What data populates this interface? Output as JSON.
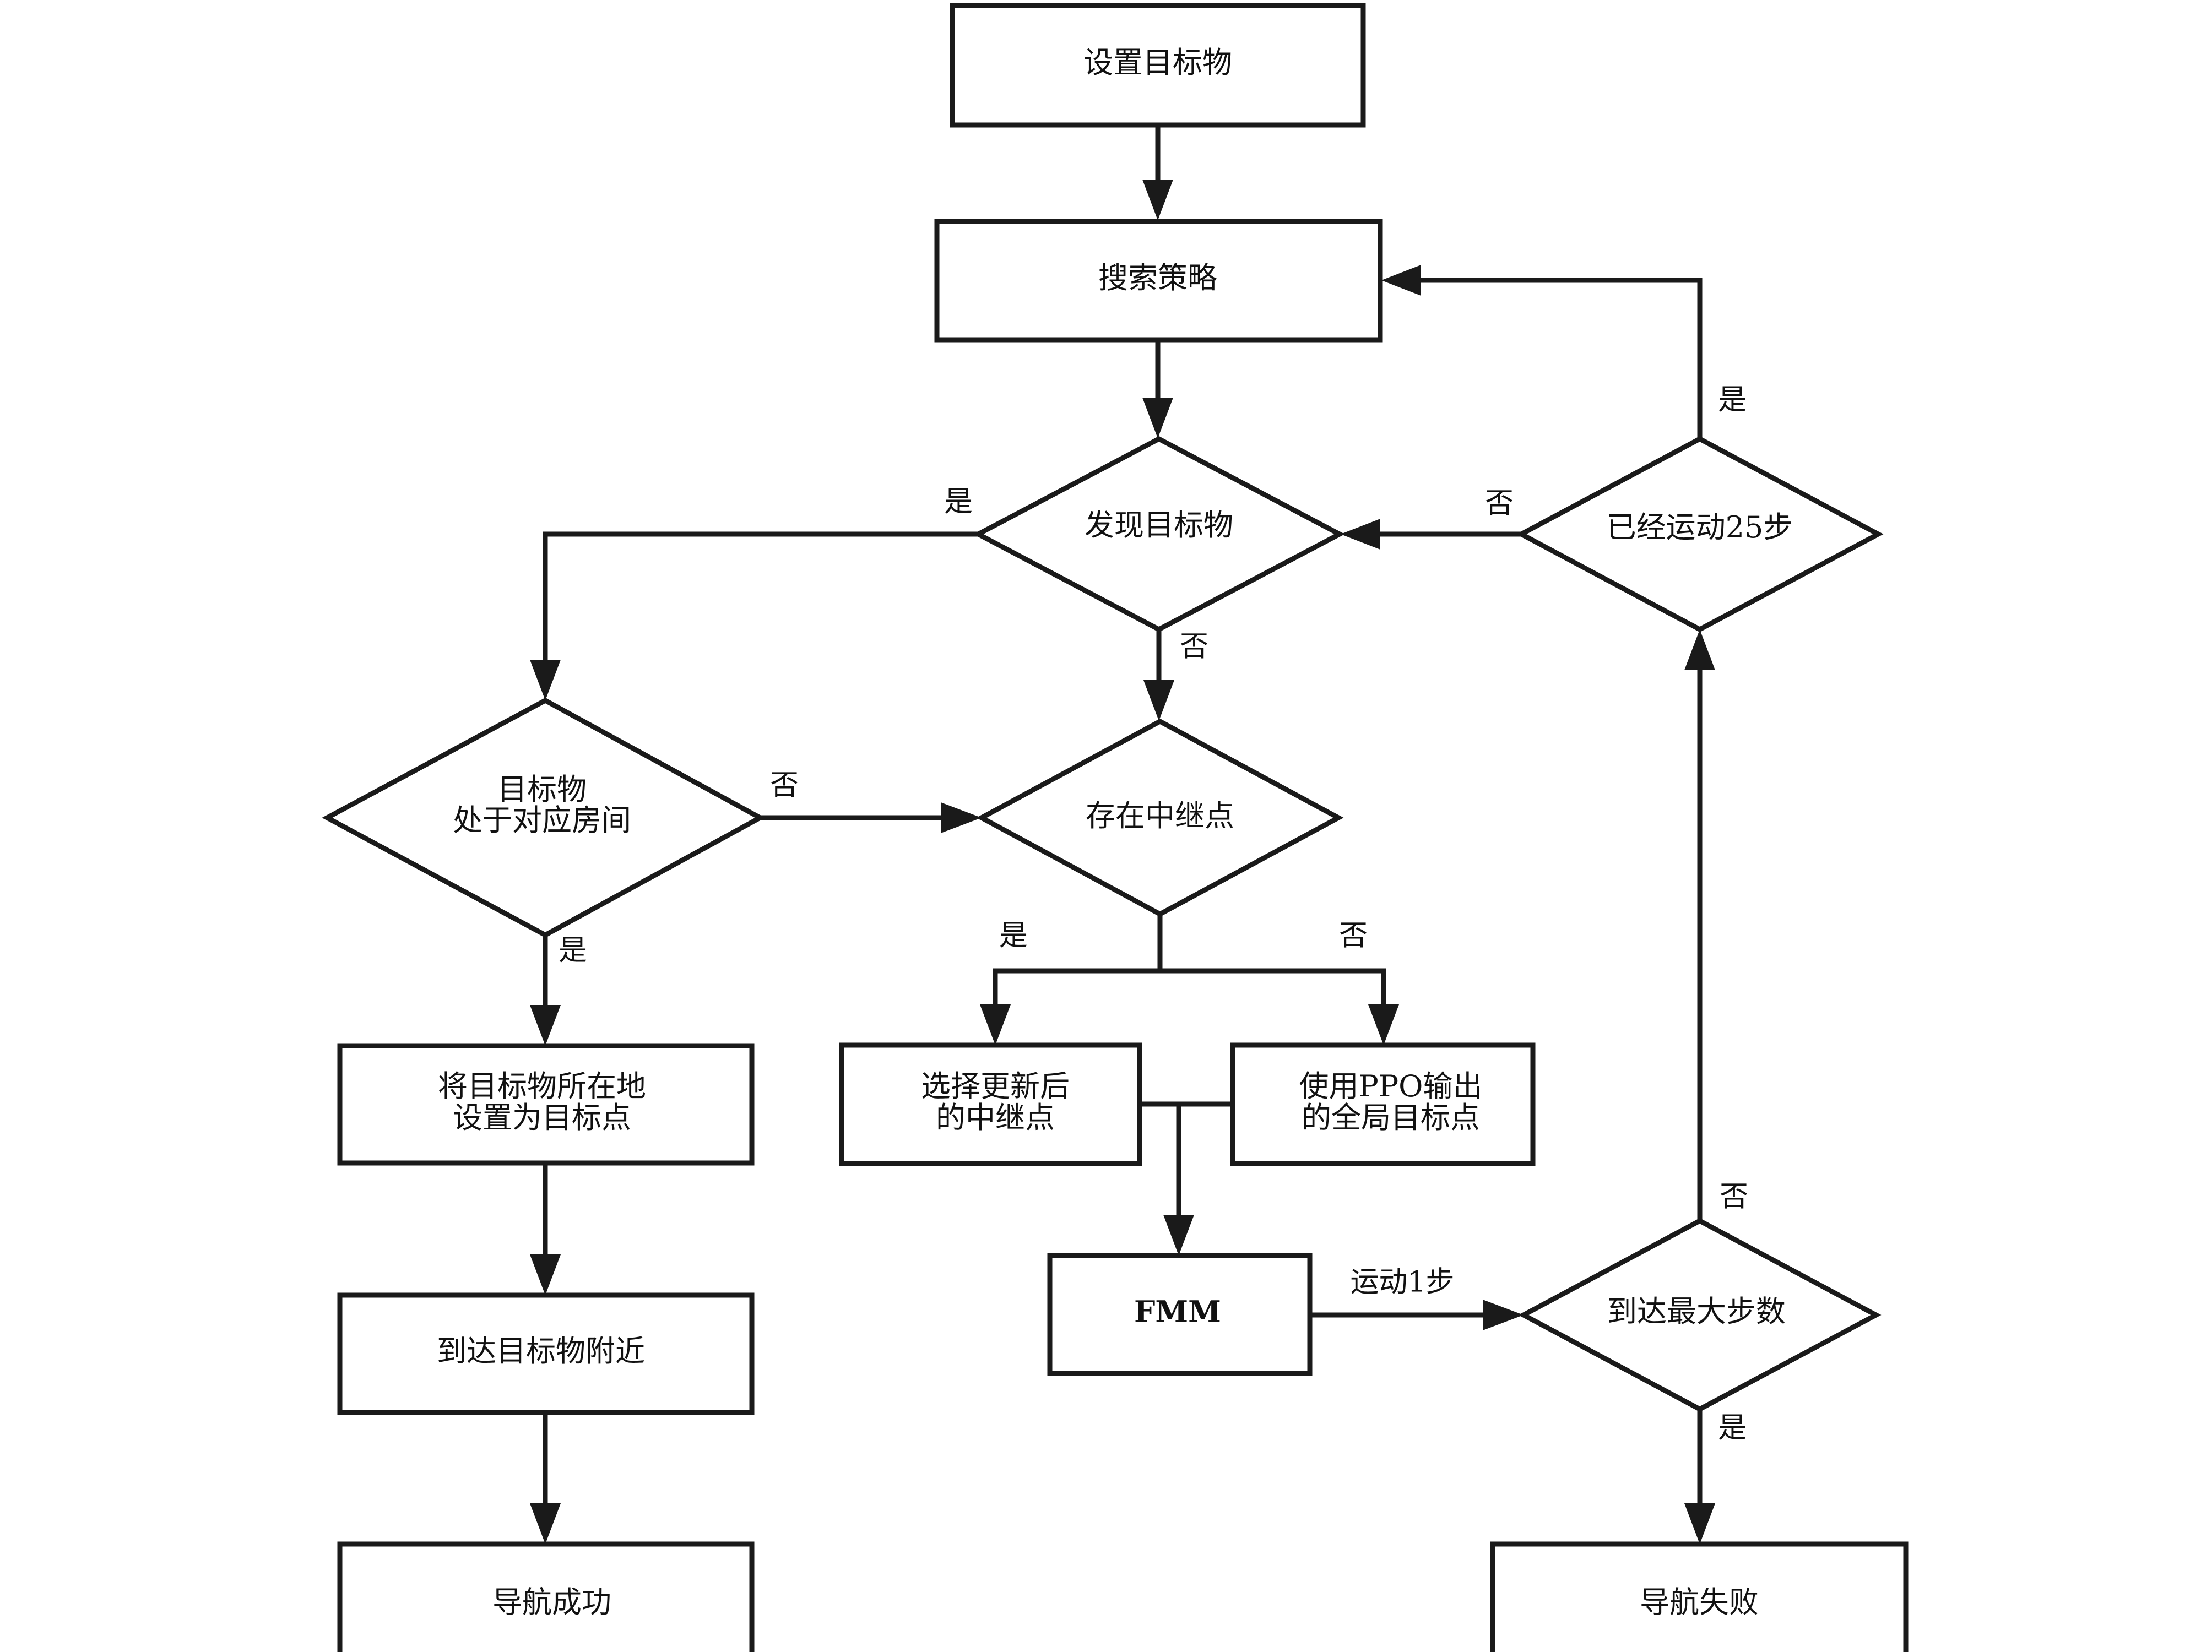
{
  "nodes": {
    "set_target": "设置目标物",
    "search_strategy": "搜索策略",
    "found_target": "发现目标物",
    "moved_25_steps": "已经运动25步",
    "target_in_room_line1": "目标物",
    "target_in_room_line2": "处于对应房间",
    "relay_exists": "存在中继点",
    "set_goal_line1": "将目标物所在地",
    "set_goal_line2": "设置为目标点",
    "reach_near_target": "到达目标物附近",
    "nav_success": "导航成功",
    "select_relay_line1": "选择更新后",
    "select_relay_line2": "的中继点",
    "ppo_goal_line1": "使用PPO输出",
    "ppo_goal_line2": "的全局目标点",
    "fmm": "FMM",
    "max_steps_reached": "到达最大步数",
    "nav_fail": "导航失败"
  },
  "edge_labels": {
    "found_yes": "是",
    "found_no": "否",
    "moved25_yes": "是",
    "moved25_no": "否",
    "in_room_no": "否",
    "in_room_yes": "是",
    "relay_yes": "是",
    "relay_no": "否",
    "move_one_step": "运动1步",
    "max_no": "否",
    "max_yes": "是"
  }
}
